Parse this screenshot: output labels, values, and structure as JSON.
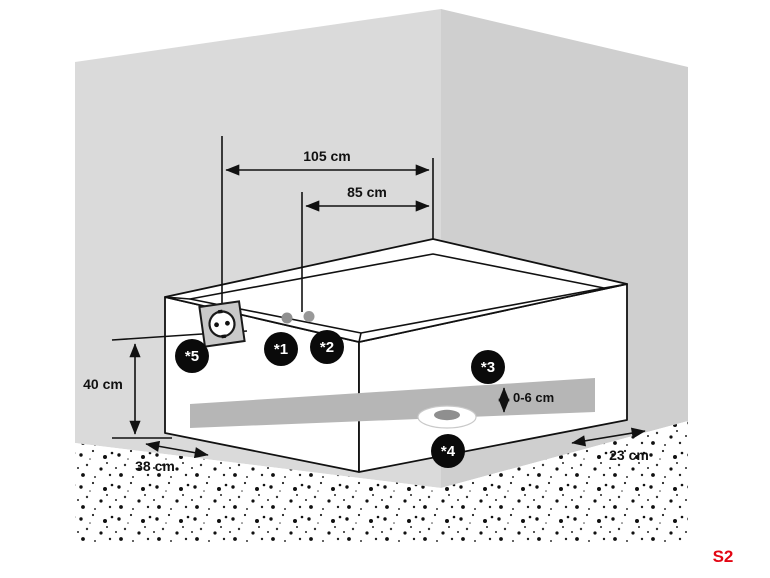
{
  "page": {
    "code": "S2"
  },
  "diagram": {
    "description": "Isometric installation diagram of a bathtub / shower tray in a room corner with clearance measurements",
    "measurements": {
      "top": "105 cm",
      "mid": "85 cm",
      "left_height": "40 cm",
      "front_left": "38 cm",
      "right": "23 cm",
      "tray_range": "0-6 cm"
    },
    "markers": [
      {
        "label": "*1"
      },
      {
        "label": "*2"
      },
      {
        "label": "*3"
      },
      {
        "label": "*4"
      },
      {
        "label": "*5"
      }
    ],
    "icons": {
      "socket": "power-socket-icon",
      "drain": "drain-hole-icon"
    },
    "colors": {
      "wall_left": "#dadada",
      "wall_right": "#cfcfcf",
      "tray": "#b6b6b6",
      "line": "#111111",
      "marker_bg": "#0a0a0a",
      "marker_text": "#ffffff",
      "page_code": "#e30613"
    }
  }
}
